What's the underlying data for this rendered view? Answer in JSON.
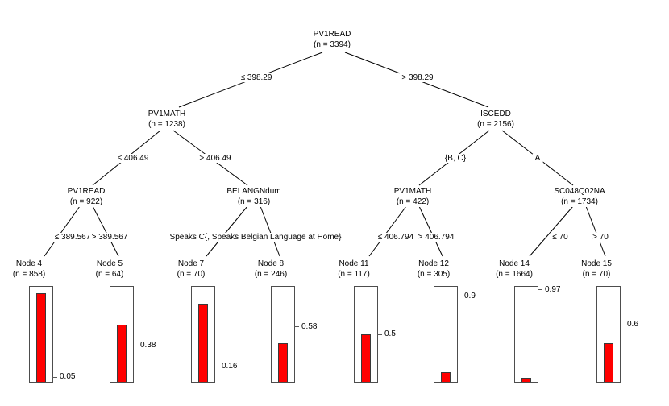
{
  "figure_type": "classification-tree-plot",
  "colors": {
    "background": "#ffffff",
    "bar_fill": "#ff0000",
    "bar_border": "#3a3a3a",
    "box_border": "#4d4d4d",
    "edge_line": "#000000",
    "text": "#000000"
  },
  "internal_nodes": [
    {
      "label": "PV1READ",
      "n_label": "(n = 3394)"
    },
    {
      "label": "PV1MATH",
      "n_label": "(n = 1238)"
    },
    {
      "label": "ISCEDD",
      "n_label": "(n = 2156)"
    },
    {
      "label": "PV1READ",
      "n_label": "(n = 922)"
    },
    {
      "label": "BELANGNdum",
      "n_label": "(n = 316)"
    },
    {
      "label": "PV1MATH",
      "n_label": "(n = 422)"
    },
    {
      "label": "SC048Q02NA",
      "n_label": "(n = 1734)"
    }
  ],
  "edge_labels": [
    {
      "label": "≤ 398.29"
    },
    {
      "label": "> 398.29"
    },
    {
      "label": "≤ 406.49"
    },
    {
      "label": "> 406.49"
    },
    {
      "label": "{B, C}"
    },
    {
      "label": "A"
    },
    {
      "label": "≤ 389.567"
    },
    {
      "label": "> 389.567"
    },
    {
      "label": "Speaks C{, Speaks Belgian Language at Home}"
    },
    {
      "label": "≤ 406.794"
    },
    {
      "label": "> 406.794"
    },
    {
      "label": "≤ 70"
    },
    {
      "label": "> 70"
    }
  ],
  "terminal_nodes": [
    {
      "title": "Node 4",
      "n_label": "(n = 858)",
      "tick_label": "0.05",
      "tick_value": 0.05,
      "bar_fraction": 0.93
    },
    {
      "title": "Node 5",
      "n_label": "(n = 64)",
      "tick_label": "0.38",
      "tick_value": 0.38,
      "bar_fraction": 0.6
    },
    {
      "title": "Node 7",
      "n_label": "(n = 70)",
      "tick_label": "0.16",
      "tick_value": 0.16,
      "bar_fraction": 0.82
    },
    {
      "title": "Node 8",
      "n_label": "(n = 246)",
      "tick_label": "0.58",
      "tick_value": 0.58,
      "bar_fraction": 0.41
    },
    {
      "title": "Node 11",
      "n_label": "(n = 117)",
      "tick_label": "0.5",
      "tick_value": 0.5,
      "bar_fraction": 0.5
    },
    {
      "title": "Node 12",
      "n_label": "(n = 305)",
      "tick_label": "0.9",
      "tick_value": 0.9,
      "bar_fraction": 0.1
    },
    {
      "title": "Node 14",
      "n_label": "(n = 1664)",
      "tick_label": "0.97",
      "tick_value": 0.97,
      "bar_fraction": 0.04
    },
    {
      "title": "Node 15",
      "n_label": "(n = 70)",
      "tick_label": "0.6",
      "tick_value": 0.6,
      "bar_fraction": 0.41
    }
  ]
}
